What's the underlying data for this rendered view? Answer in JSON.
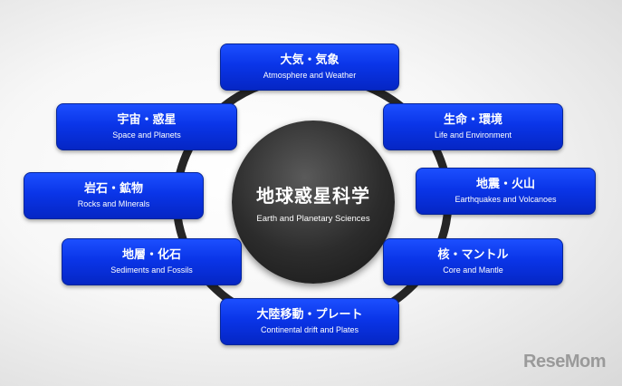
{
  "center": {
    "title": "地球惑星科学",
    "subtitle": "Earth and Planetary Sciences"
  },
  "nodes": [
    {
      "title": "大気・気象",
      "subtitle": "Atmosphere and Weather"
    },
    {
      "title": "宇宙・惑星",
      "subtitle": "Space and Planets"
    },
    {
      "title": "生命・環境",
      "subtitle": "Life and Environment"
    },
    {
      "title": "岩石・鉱物",
      "subtitle": "Rocks and MInerals"
    },
    {
      "title": "地震・火山",
      "subtitle": "Earthquakes and Volcanoes"
    },
    {
      "title": "地層・化石",
      "subtitle": "Sediments and Fossils"
    },
    {
      "title": "核・マントル",
      "subtitle": "Core and Mantle"
    },
    {
      "title": "大陸移動・プレート",
      "subtitle": "Continental drift and Plates"
    }
  ],
  "logo": {
    "text": "ReseMom"
  },
  "colors": {
    "node_blue": "#0a35e8",
    "center_dark": "#2c2c2c",
    "ring": "#262626"
  }
}
